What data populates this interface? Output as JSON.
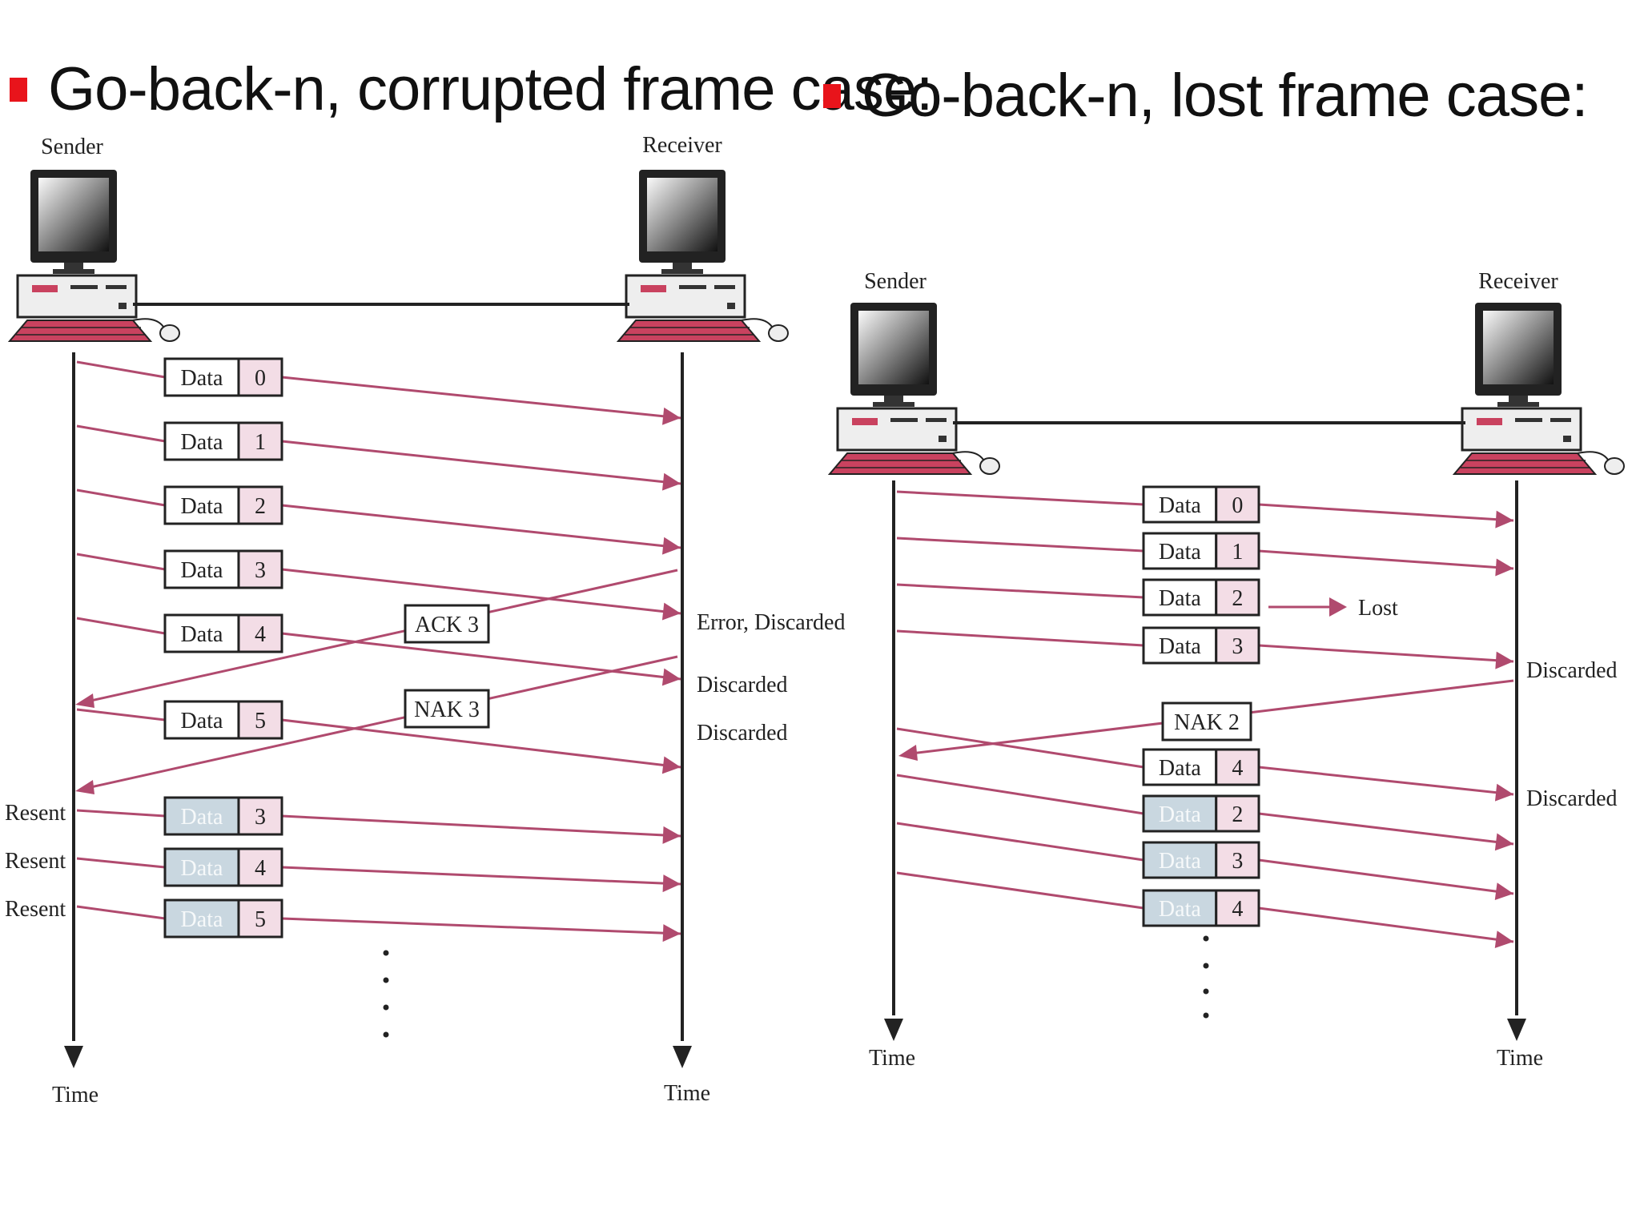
{
  "headings": {
    "left": "Go-back-n, corrupted frame case:",
    "right": "Go-back-n, lost frame case:"
  },
  "colors": {
    "bullet": "#e8141b",
    "arrow": "#b04a6e",
    "frame_number_fill": "#f3dde6",
    "resent_label_fill": "#c9d7e0"
  },
  "icons": [
    "computer-icon"
  ],
  "corrupted_case": {
    "sender_label": "Sender",
    "receiver_label": "Receiver",
    "time_label_sender": "Time",
    "time_label_receiver": "Time",
    "data_word": "Data",
    "frames": [
      {
        "number": "0",
        "resent": false,
        "outcome": ""
      },
      {
        "number": "1",
        "resent": false,
        "outcome": ""
      },
      {
        "number": "2",
        "resent": false,
        "outcome": ""
      },
      {
        "number": "3",
        "resent": false,
        "outcome": "Error, Discarded"
      },
      {
        "number": "4",
        "resent": false,
        "outcome": "Discarded"
      },
      {
        "number": "5",
        "resent": false,
        "outcome": "Discarded"
      },
      {
        "number": "3",
        "resent": true,
        "outcome": ""
      },
      {
        "number": "4",
        "resent": true,
        "outcome": ""
      },
      {
        "number": "5",
        "resent": true,
        "outcome": ""
      }
    ],
    "controls": [
      "ACK 3",
      "NAK 3"
    ],
    "resent_label": "Resent"
  },
  "lost_case": {
    "sender_label": "Sender",
    "receiver_label": "Receiver",
    "time_label_sender": "Time",
    "time_label_receiver": "Time",
    "data_word": "Data",
    "frames": [
      {
        "number": "0",
        "resent": false,
        "outcome": ""
      },
      {
        "number": "1",
        "resent": false,
        "outcome": ""
      },
      {
        "number": "2",
        "resent": false,
        "outcome": "Lost"
      },
      {
        "number": "3",
        "resent": false,
        "outcome": "Discarded"
      },
      {
        "number": "4",
        "resent": false,
        "outcome": "Discarded"
      },
      {
        "number": "2",
        "resent": true,
        "outcome": ""
      },
      {
        "number": "3",
        "resent": true,
        "outcome": ""
      },
      {
        "number": "4",
        "resent": true,
        "outcome": ""
      }
    ],
    "controls": [
      "NAK 2"
    ]
  }
}
